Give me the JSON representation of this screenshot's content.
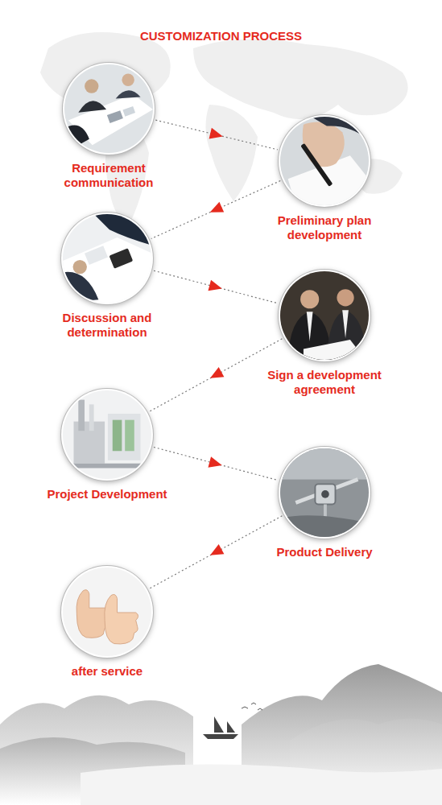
{
  "diagram": {
    "title": "CUSTOMIZATION PROCESS",
    "nodes": [
      {
        "text": [
          "Requirement communication"
        ]
      },
      {
        "text": [
          "Preliminary plan development"
        ]
      },
      {
        "text": [
          "Discussion and determination"
        ]
      },
      {
        "text": [
          "Sign a development agreement"
        ]
      },
      {
        "text": [
          "Project Development"
        ]
      },
      {
        "text": [
          "Product Delivery"
        ]
      },
      {
        "text": [
          "after service"
        ]
      }
    ],
    "edges": [
      {
        "from": 0,
        "to": 1,
        "arrow": "to"
      },
      {
        "from": 1,
        "to": 2,
        "arrow": "to"
      },
      {
        "from": 2,
        "to": 3,
        "arrow": "to"
      },
      {
        "from": 3,
        "to": 4,
        "arrow": "to"
      },
      {
        "from": 4,
        "to": 5,
        "arrow": "to"
      },
      {
        "from": 5,
        "to": 6,
        "arrow": "to"
      }
    ]
  }
}
